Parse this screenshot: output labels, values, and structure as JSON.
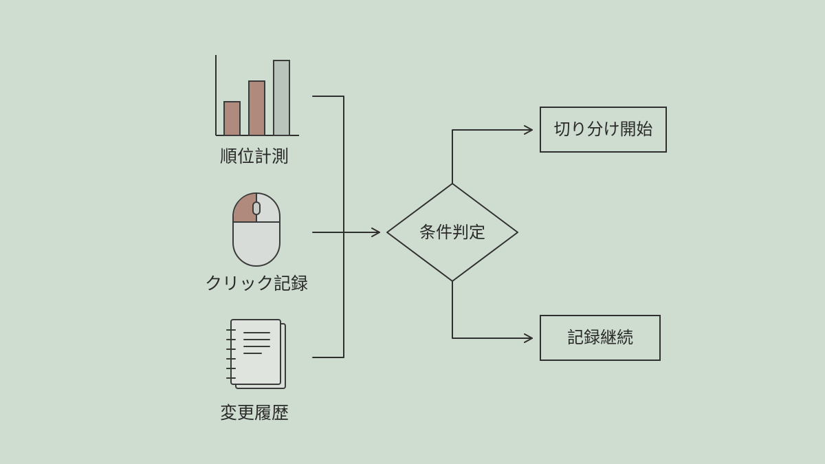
{
  "inputs": [
    {
      "label": "順位計測",
      "icon": "bar-chart-icon"
    },
    {
      "label": "クリック記録",
      "icon": "mouse-icon"
    },
    {
      "label": "変更履歴",
      "icon": "notebook-icon"
    }
  ],
  "decision": {
    "label": "条件判定"
  },
  "outcomes": [
    {
      "label": "切り分け開始"
    },
    {
      "label": "記録継続"
    }
  ],
  "colors": {
    "background": "#cfdcd0",
    "stroke": "#2f2f2f",
    "accent_brown": "#b08a7c",
    "accent_gray": "#b9c4bd",
    "panel_fill": "#d8e2d9"
  }
}
